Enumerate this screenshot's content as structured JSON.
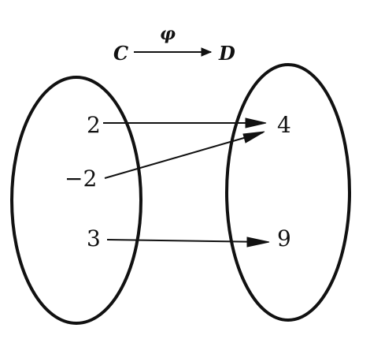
{
  "header": {
    "domain_label": "C",
    "map_label": "φ",
    "codomain_label": "D"
  },
  "domain_set": {
    "elements": [
      "2",
      "−2",
      "3"
    ]
  },
  "codomain_set": {
    "elements": [
      "4",
      "9"
    ]
  },
  "mapping": [
    {
      "from": "2",
      "to": "4"
    },
    {
      "from": "−2",
      "to": "4"
    },
    {
      "from": "3",
      "to": "9"
    }
  ]
}
